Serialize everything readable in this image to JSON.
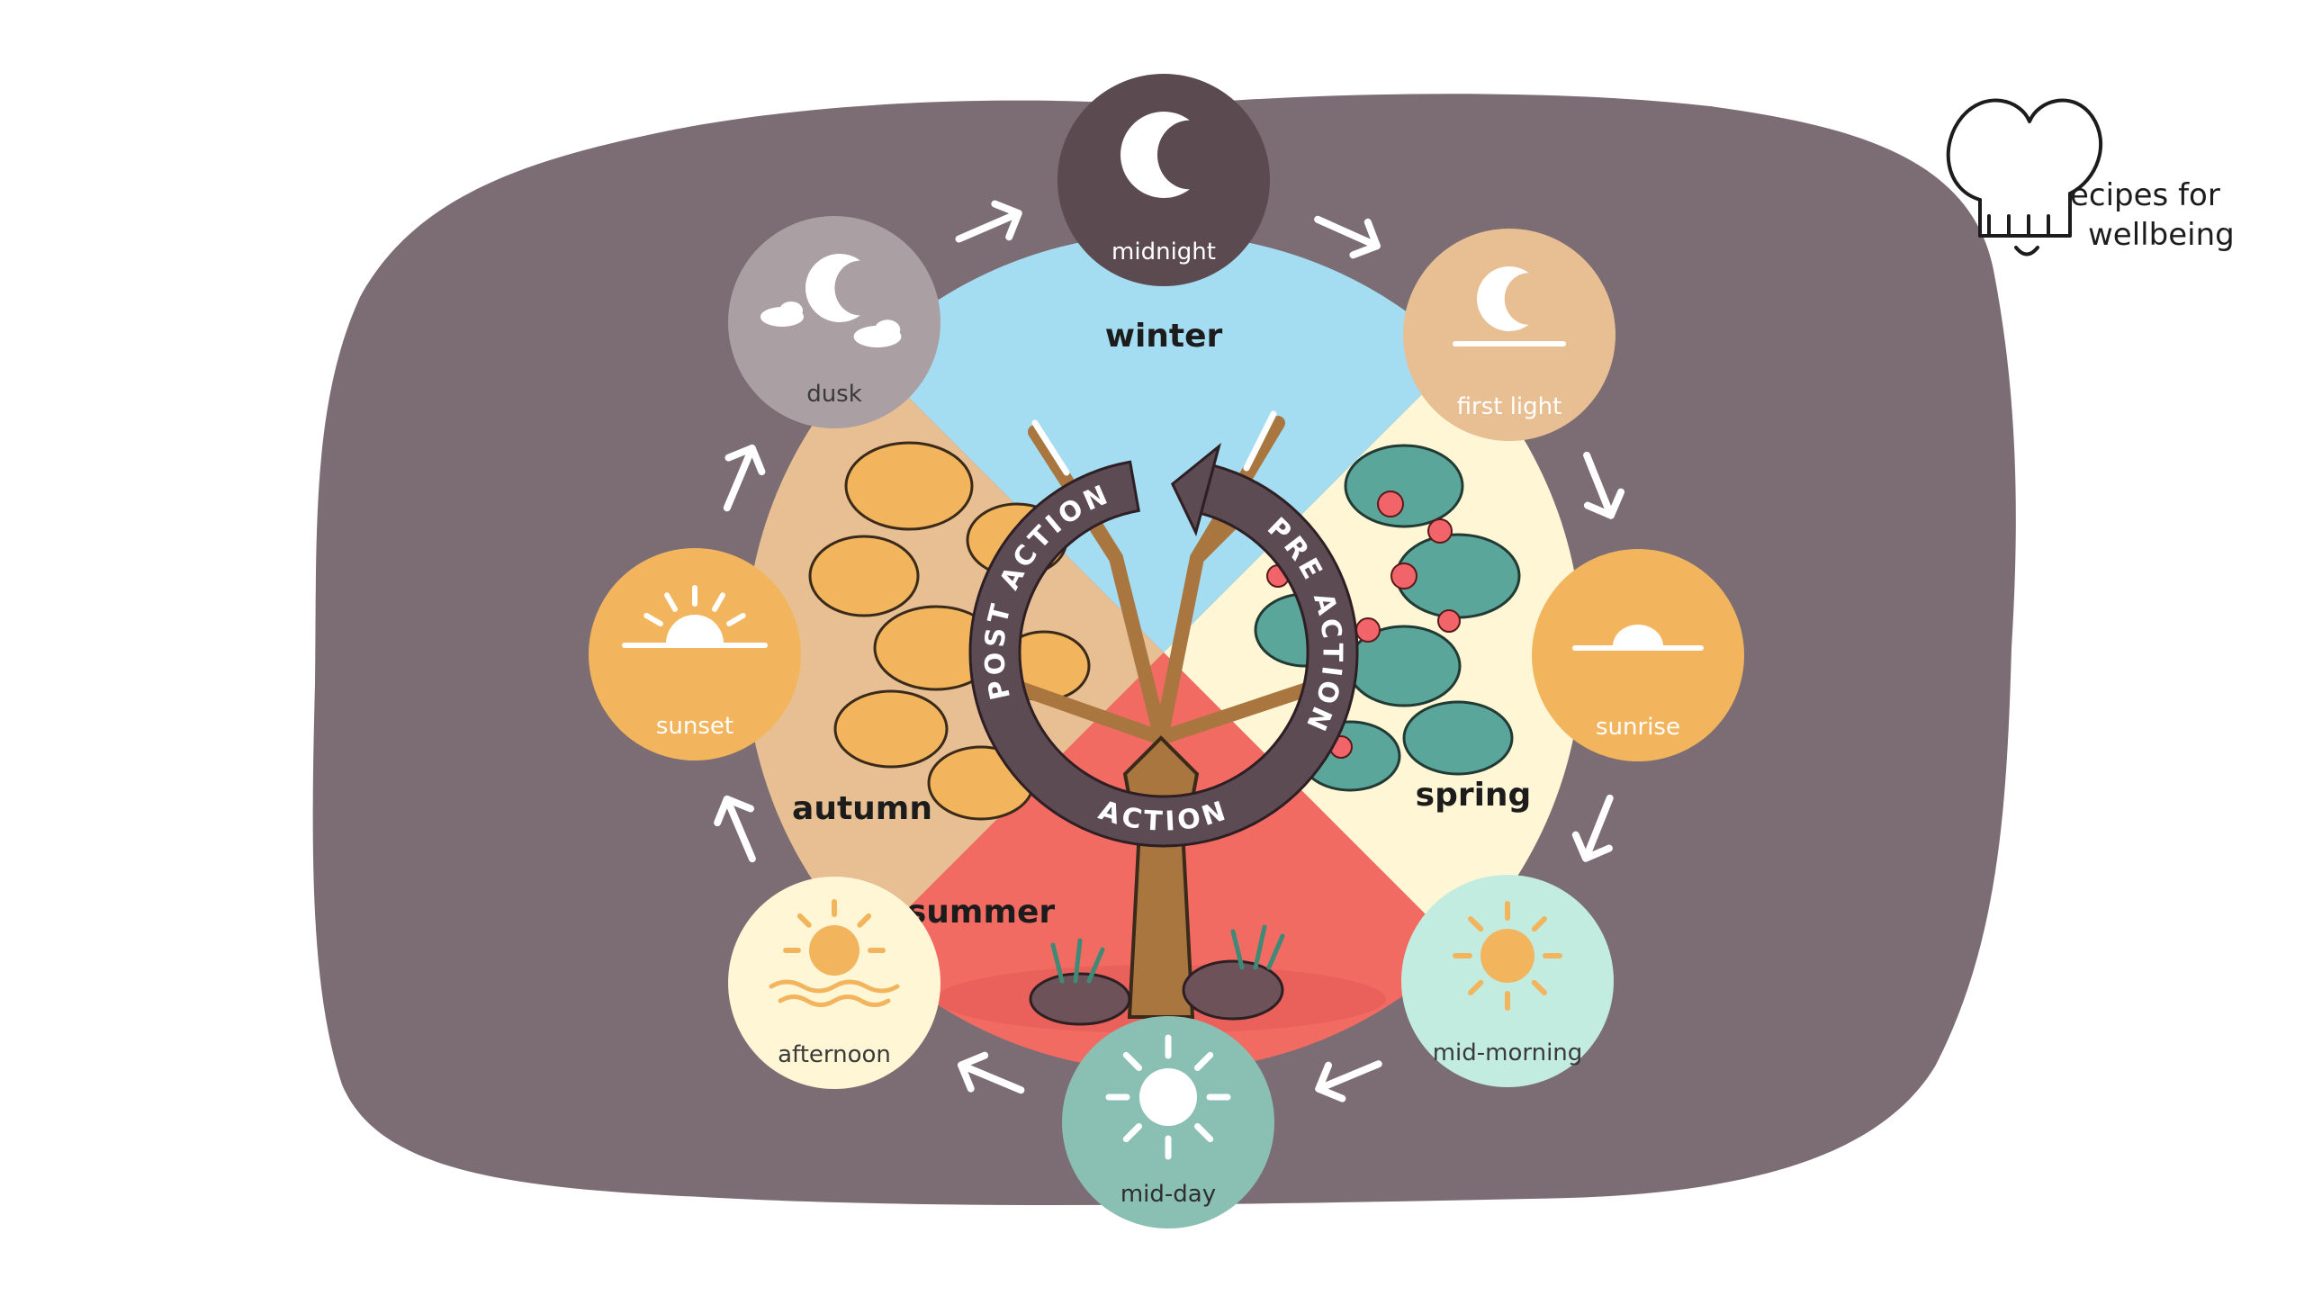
{
  "colors": {
    "backdrop": "#7b6d73",
    "winter": "#a4dcf2",
    "spring": "#fef6d4",
    "summer": "#f26b62",
    "autumn": "#e8bf92",
    "ring": "#5d4b53",
    "arrow": "#ffffff"
  },
  "seasons": {
    "winter": "winter",
    "spring": "spring",
    "summer": "summer",
    "autumn": "autumn"
  },
  "cycle": {
    "pre": "PRE ACTION",
    "action": "ACTION",
    "post": "POST ACTION"
  },
  "times": [
    {
      "id": "midnight",
      "label": "midnight",
      "fill": "#5c4a51",
      "text": "#ffffff",
      "icon": "moon-icon"
    },
    {
      "id": "first-light",
      "label": "first light",
      "fill": "#e8bf92",
      "text": "#ffffff",
      "icon": "moon-horizon-icon"
    },
    {
      "id": "sunrise",
      "label": "sunrise",
      "fill": "#f2b55e",
      "text": "#ffffff",
      "icon": "sunrise-icon"
    },
    {
      "id": "mid-morning",
      "label": "mid-morning",
      "fill": "#c3ece1",
      "text": "#3a3a3a",
      "icon": "sun-icon"
    },
    {
      "id": "mid-day",
      "label": "mid-day",
      "fill": "#8abfb3",
      "text": "#2e2e2e",
      "icon": "bright-sun-icon"
    },
    {
      "id": "afternoon",
      "label": "afternoon",
      "fill": "#fef6d4",
      "text": "#3a3a3a",
      "icon": "sun-waves-icon"
    },
    {
      "id": "sunset",
      "label": "sunset",
      "fill": "#f2b55e",
      "text": "#ffffff",
      "icon": "sunset-icon"
    },
    {
      "id": "dusk",
      "label": "dusk",
      "fill": "#aa9fa2",
      "text": "#3a3a3a",
      "icon": "moon-clouds-icon"
    }
  ],
  "brand": {
    "line1": "ecipes for",
    "line2": "wellbeing",
    "icon": "chef-hat-heart-icon"
  }
}
